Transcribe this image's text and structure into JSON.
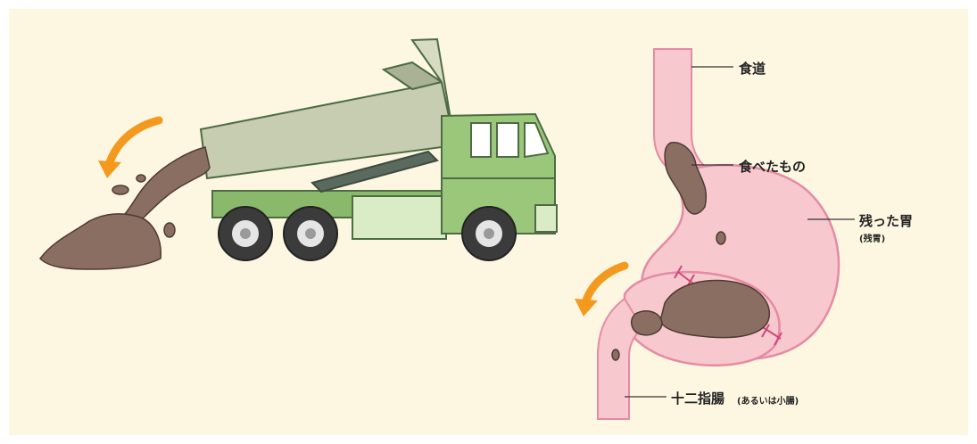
{
  "labels": {
    "esophagus": "食道",
    "food": "食べたもの",
    "remnant_stomach": "残った胃",
    "remnant_stomach_sub": "(残胃)",
    "duodenum": "十二指腸",
    "duodenum_sub": "(あるいは小腸)"
  },
  "colors": {
    "background": "#fdf7e2",
    "truck_green": "#9bc77a",
    "truck_dark": "#5c7a55",
    "bed_gray": "#c7cdb0",
    "dirt": "#8a6e62",
    "stomach_pink": "#f7c9cf",
    "stomach_outline": "#e58aa3",
    "arrow_orange": "#f39a1e"
  }
}
